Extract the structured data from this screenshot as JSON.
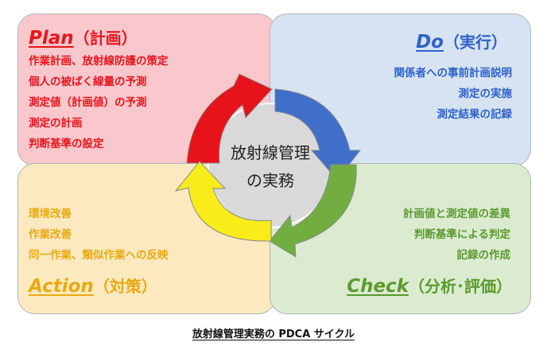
{
  "plan": {
    "title_en": "Plan",
    "title_jp": "（計画）",
    "items": [
      "作業計画、放射線防護の策定",
      "個人の被ばく線量の予測",
      "測定値（計画値）の予測",
      "測定の計画",
      "判断基準の設定"
    ]
  },
  "do": {
    "title_en": "Do",
    "title_jp": "（実行）",
    "items": [
      "関係者への事前計画説明",
      "測定の実施",
      "測定結果の記録"
    ]
  },
  "check": {
    "title_en": "Check",
    "title_jp": "（分析･評価）",
    "items": [
      "計画値と測定値の差異",
      "判断基準による判定",
      "記録の作成"
    ]
  },
  "action": {
    "title_en": "Action",
    "title_jp": "（対策）",
    "items": [
      "環境改善",
      "作業改善",
      "同一作業、類似作業への反映"
    ]
  },
  "center": {
    "line1": "放射線管理",
    "line2": "の実務"
  },
  "caption": "放射線管理実務の PDCA サイクル",
  "colors": {
    "plan": "#e8151d",
    "do": "#2f62c7",
    "check": "#5b9a2e",
    "action": "#e8aa13",
    "arrow_plan": "#e8121a",
    "arrow_do": "#3f6fc9",
    "arrow_check": "#72ae3f",
    "arrow_action": "#f8ec1a",
    "center_fill": "#d9d9d9"
  }
}
